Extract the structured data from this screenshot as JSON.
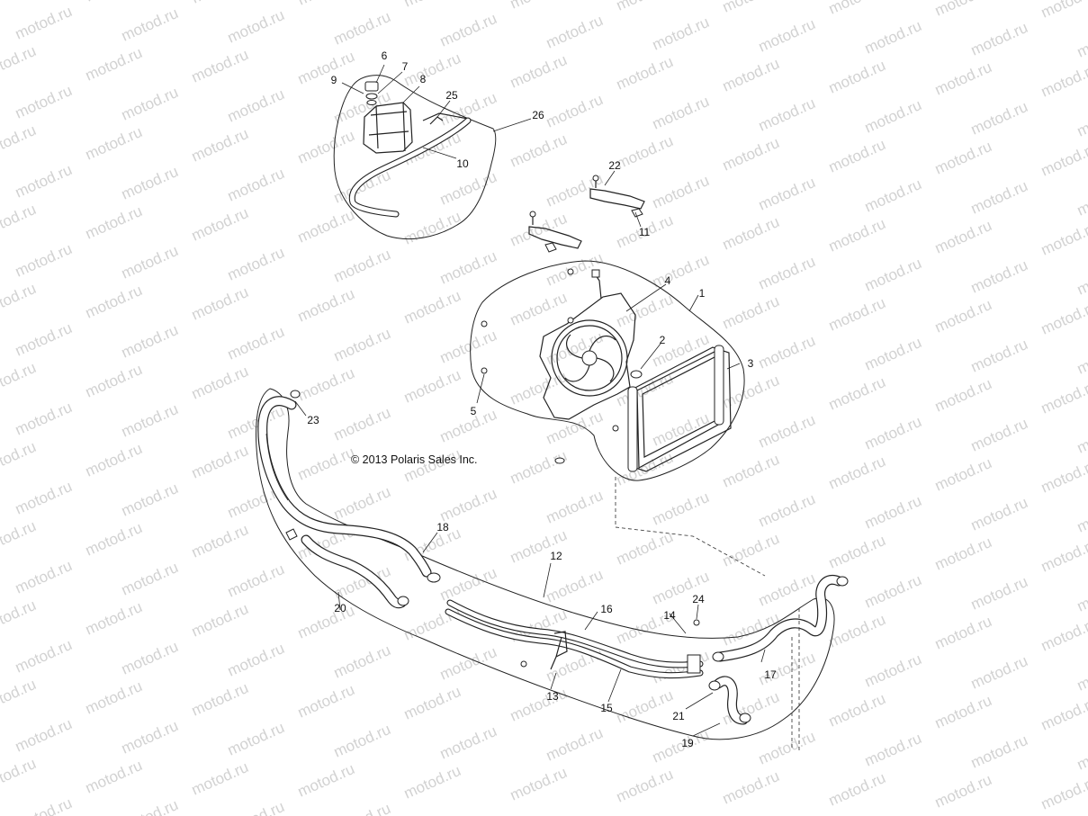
{
  "watermark": "motod.ru",
  "copyright": "© 2013 Polaris Sales Inc.",
  "callouts": {
    "c1": "1",
    "c2": "2",
    "c3": "3",
    "c4": "4",
    "c5": "5",
    "c6": "6",
    "c7": "7",
    "c8": "8",
    "c9": "9",
    "c10": "10",
    "c11": "11",
    "c12": "12",
    "c13": "13",
    "c14": "14",
    "c15": "15",
    "c16": "16",
    "c17": "17",
    "c18": "18",
    "c19": "19",
    "c20": "20",
    "c21": "21",
    "c22": "22",
    "c23": "23",
    "c24": "24",
    "c25": "25",
    "c26": "26"
  }
}
